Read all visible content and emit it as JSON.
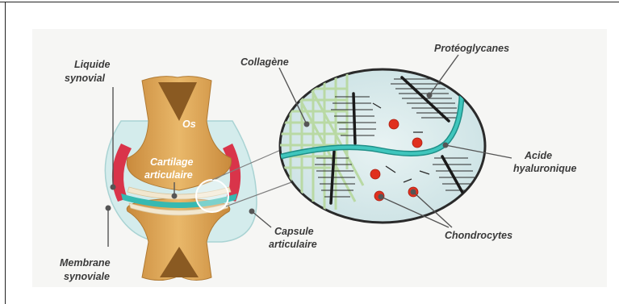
{
  "diagram": {
    "labels": {
      "os": "Os",
      "cartilage_1": "Cartilage",
      "cartilage_2": "articulaire",
      "liquide_1": "Liquide",
      "liquide_2": "synovial",
      "membrane_1": "Membrane",
      "membrane_2": "synoviale",
      "capsule_1": "Capsule",
      "capsule_2": "articulaire",
      "collagene": "Collagène",
      "proteoglycanes": "Protéoglycanes",
      "acide_1": "Acide",
      "acide_2": "hyaluronique",
      "chondrocytes": "Chondrocytes"
    },
    "colors": {
      "bone": "#d9a155",
      "bone_dark": "#8a5a22",
      "cartilage_fill": "#f3ead6",
      "synovial_red": "#d9344a",
      "hyaluronic": "#2eb8b0",
      "collagen": "#b7d8a2",
      "chondrocyte": "#e0301e"
    }
  }
}
